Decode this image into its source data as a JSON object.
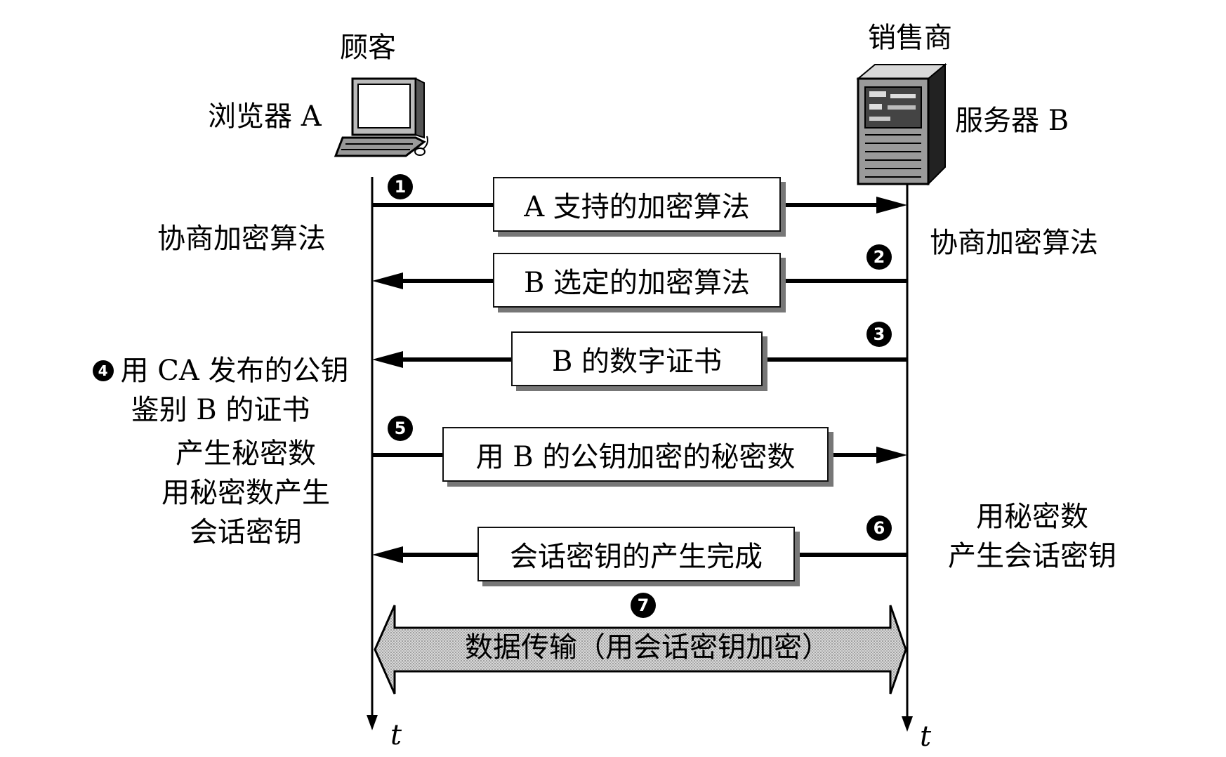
{
  "client": {
    "role": "顾客",
    "name": "浏览器 A"
  },
  "server": {
    "role": "销售商",
    "name": "服务器 B"
  },
  "side_labels": {
    "left_negotiate": "协商加密算法",
    "right_negotiate": "协商加密算法",
    "left_verify": [
      "用 CA 发布的公钥",
      "鉴别 B 的证书"
    ],
    "left_generate": [
      "产生秘密数",
      "用秘密数产生",
      "会话密钥"
    ],
    "right_generate": [
      "用秘密数",
      "产生会话密钥"
    ]
  },
  "steps": [
    {
      "num": "1",
      "label": "A 支持的加密算法",
      "direction": "right"
    },
    {
      "num": "2",
      "label": "B 选定的加密算法",
      "direction": "left"
    },
    {
      "num": "3",
      "label": "B 的数字证书",
      "direction": "left"
    },
    {
      "num": "4"
    },
    {
      "num": "5",
      "label": "用 B 的公钥加密的秘密数",
      "direction": "right"
    },
    {
      "num": "6",
      "label": "会话密钥的产生完成",
      "direction": "left"
    },
    {
      "num": "7",
      "label": "数据传输（用会话密钥加密）",
      "direction": "both"
    }
  ],
  "time_axis": {
    "label": "t"
  }
}
